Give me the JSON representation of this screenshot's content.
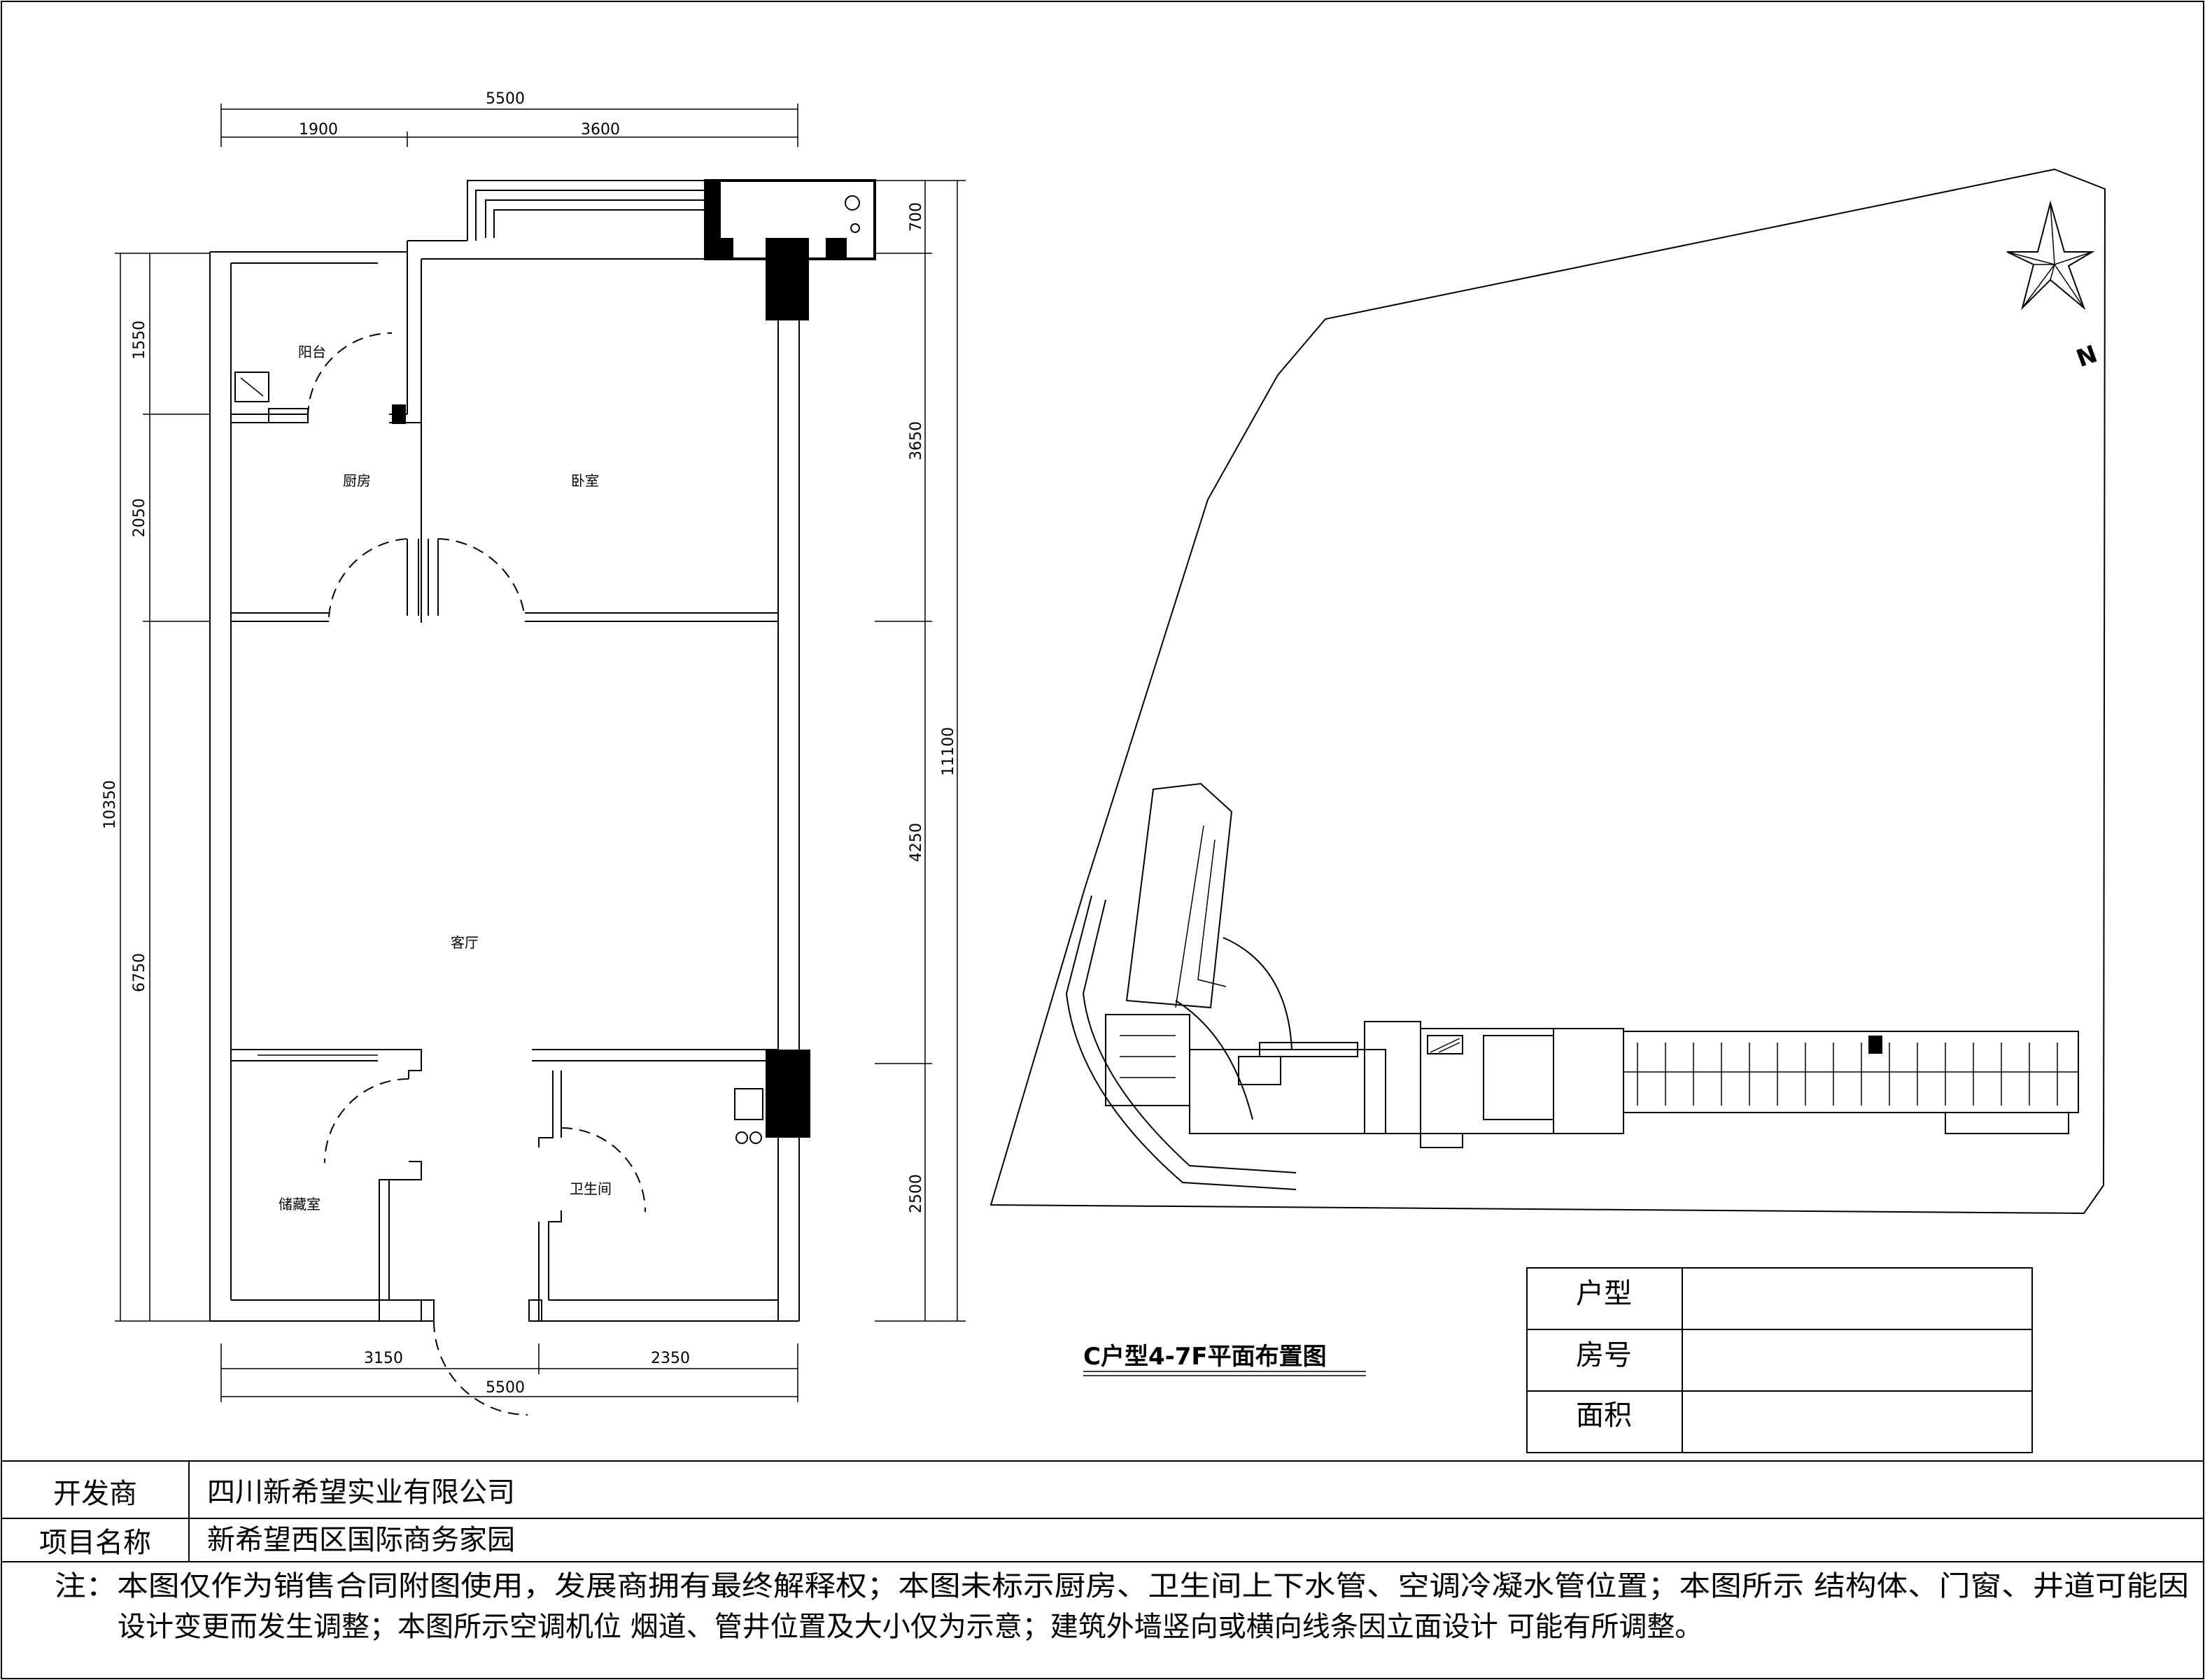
{
  "dimensions": {
    "top_total": "5500",
    "top_left": "1900",
    "top_right": "3600",
    "bottom_left": "3150",
    "bottom_right": "2350",
    "bottom_total": "5500",
    "left_1": "1550",
    "left_2": "2050",
    "left_3": "6750",
    "left_total": "10350",
    "right_1": "700",
    "right_2": "3650",
    "right_3": "4250",
    "right_4": "2500",
    "right_total": "11100"
  },
  "rooms": {
    "balcony": "阳台",
    "kitchen": "厨房",
    "bedroom": "卧室",
    "living": "客厅",
    "storage": "储藏室",
    "bathroom": "卫生间"
  },
  "plan_title": "C户型4-7F平面布置图",
  "north_label": "N",
  "info_table": {
    "rows": [
      {
        "label": "户型",
        "value": ""
      },
      {
        "label": "房号",
        "value": ""
      },
      {
        "label": "面积",
        "value": ""
      }
    ]
  },
  "footer": {
    "developer_label": "开发商",
    "developer_value": "四川新希望实业有限公司",
    "project_label": "项目名称",
    "project_value": "新希望西区国际商务家园",
    "note_line1": "注：本图仅作为销售合同附图使用，发展商拥有最终解释权；本图未标示厨房、卫生间上下水管、空调冷凝水管位置；本图所示 结构体、门窗、井道可能因",
    "note_line2": "设计变更而发生调整；本图所示空调机位 烟道、管井位置及大小仅为示意；建筑外墙竖向或横向线条因立面设计 可能有所调整。"
  }
}
